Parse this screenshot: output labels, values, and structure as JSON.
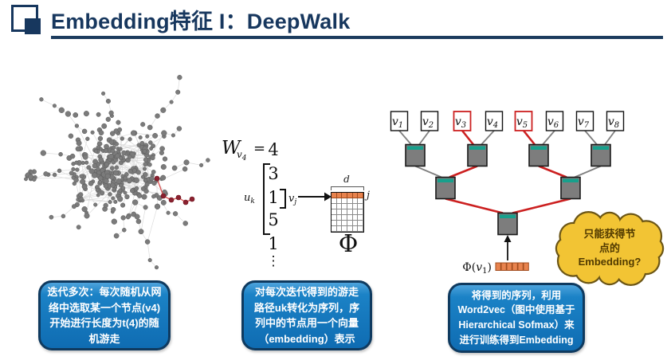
{
  "slide": {
    "title": "Embedding特征 I：DeepWalk",
    "accent_color": "#17375e"
  },
  "network": {
    "node_color": "#7b7b7b",
    "edge_color": "#d6d6d6",
    "walk_node_color": "#8b2130",
    "walk_edge_color": "#d94f4f",
    "node_count": 290,
    "red_walk": [
      [
        197,
        146
      ],
      [
        205,
        168
      ],
      [
        215,
        173
      ],
      [
        224,
        170
      ],
      [
        233,
        176
      ],
      [
        241,
        172
      ]
    ]
  },
  "walk_figure": {
    "w_letter": "W",
    "w_sub_letter": "v",
    "w_sub_digit": "4",
    "equals": "=",
    "sequence": [
      "4",
      "3",
      "1",
      "5",
      "1",
      "⋮"
    ],
    "u_letter": "u",
    "u_sub": "k",
    "v_letter": "v",
    "v_sub": "j",
    "matrix": {
      "cols": 6,
      "rows": 7,
      "d_label": "d",
      "j_label": "j",
      "phi_label": "Φ",
      "hot_color": "#e8834e"
    }
  },
  "tree": {
    "leaves": [
      {
        "base": "v",
        "sub": "1",
        "highlight": false
      },
      {
        "base": "v",
        "sub": "2",
        "highlight": false
      },
      {
        "base": "v",
        "sub": "3",
        "highlight": true
      },
      {
        "base": "v",
        "sub": "4",
        "highlight": false
      },
      {
        "base": "v",
        "sub": "5",
        "highlight": true
      },
      {
        "base": "v",
        "sub": "6",
        "highlight": false
      },
      {
        "base": "v",
        "sub": "7",
        "highlight": false
      },
      {
        "base": "v",
        "sub": "8",
        "highlight": false
      }
    ],
    "highlight_color": "#cc2020",
    "edge_color": "#7f7f7f",
    "node_fill": "#7d7d7d",
    "node_strip_color": "#17a08c",
    "phi_caption": {
      "pre": "Φ(",
      "base": "v",
      "sub": "1",
      "post": ")"
    },
    "vector_cells": 6,
    "vector_color": "#e8834e"
  },
  "cloud": {
    "lines": [
      "只能获得节",
      "点的",
      "Embedding?"
    ],
    "fill": "#f2c434",
    "outline": "#6b5515"
  },
  "captions": [
    {
      "text": "迭代多次：每次随机从网络中选取某一个节点(v4)开始进行长度为t(4)的随机游走"
    },
    {
      "text": "对每次迭代得到的游走路径uk转化为序列，序列中的节点用一个向量（embedding）表示"
    },
    {
      "text": "将得到的序列，利用Word2vec（图中使用基于Hierarchical Sofmax）来进行训练得到Embedding"
    }
  ]
}
